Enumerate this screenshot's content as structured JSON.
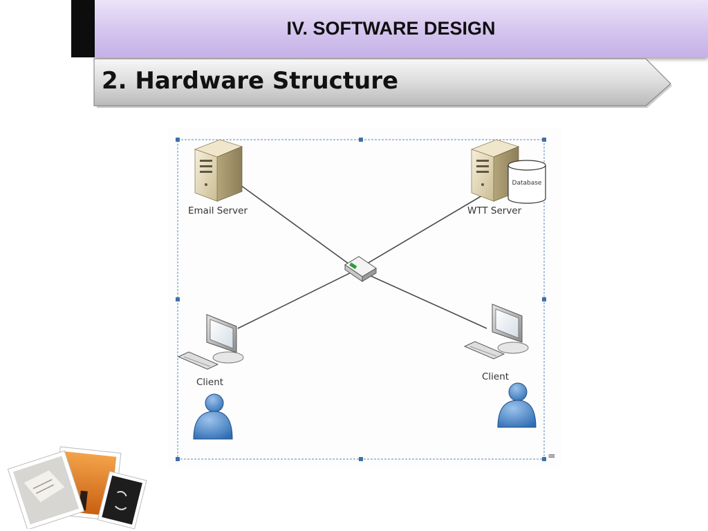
{
  "header": {
    "section_title": "IV. SOFTWARE DESIGN"
  },
  "subtitle": {
    "text": "2. Hardware Structure"
  },
  "diagram": {
    "nodes": {
      "email_server": "Email Server",
      "wtt_server": "WTT Server",
      "database": "Database",
      "client_left": "Client",
      "client_right": "Client"
    },
    "marker": "="
  },
  "colors": {
    "header_purple": "#d4c4ee",
    "subtitle_gray": "#d2d2d2",
    "selection_blue": "#4a7eb8",
    "user_blue": "#3f7fc6",
    "server_beige": "#e8dcbc"
  },
  "icons": [
    "server-icon",
    "database-icon",
    "network-switch-icon",
    "monitor-icon",
    "keyboard-icon",
    "user-icon",
    "photo-stack-icon"
  ]
}
